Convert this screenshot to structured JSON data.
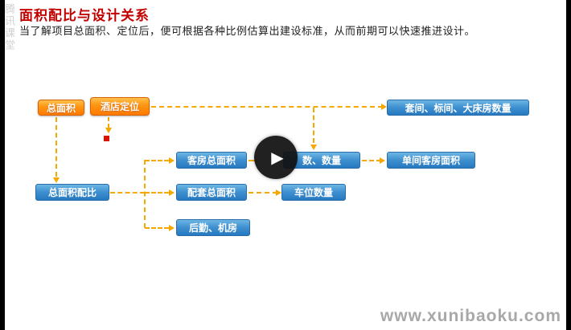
{
  "page": {
    "title": "面积配比与设计关系",
    "subtitle": "当了解项目总面积、定位后，便可根据各种比例估算出建设标准，从而前期可以快速推进设计。"
  },
  "diagram": {
    "nodes": [
      {
        "id": "total-area",
        "label": "总面积",
        "style": "orange"
      },
      {
        "id": "hotel-positioning",
        "label": "酒店定位",
        "style": "orange"
      },
      {
        "id": "room-type-counts",
        "label": "套间、标间、大床房数量",
        "style": "blue"
      },
      {
        "id": "guestroom-total-area",
        "label": "客房总面积",
        "style": "blue"
      },
      {
        "id": "count-quantity",
        "label": "数、数量",
        "style": "blue"
      },
      {
        "id": "single-room-area",
        "label": "单间客房面积",
        "style": "blue"
      },
      {
        "id": "total-area-ratio",
        "label": "总面积配比",
        "style": "blue"
      },
      {
        "id": "support-total-area",
        "label": "配套总面积",
        "style": "blue"
      },
      {
        "id": "parking-count",
        "label": "车位数量",
        "style": "blue"
      },
      {
        "id": "logistics-machine-room",
        "label": "后勤、机房",
        "style": "blue"
      }
    ],
    "connector_color": "#f5a800",
    "orange_node_color": "#ff9410",
    "blue_node_color": "#3e8fd0"
  },
  "player": {
    "play_symbol": "▶"
  },
  "watermarks": {
    "top_left": "腾讯课堂",
    "bottom_right": "www.xunibaoku.com"
  }
}
